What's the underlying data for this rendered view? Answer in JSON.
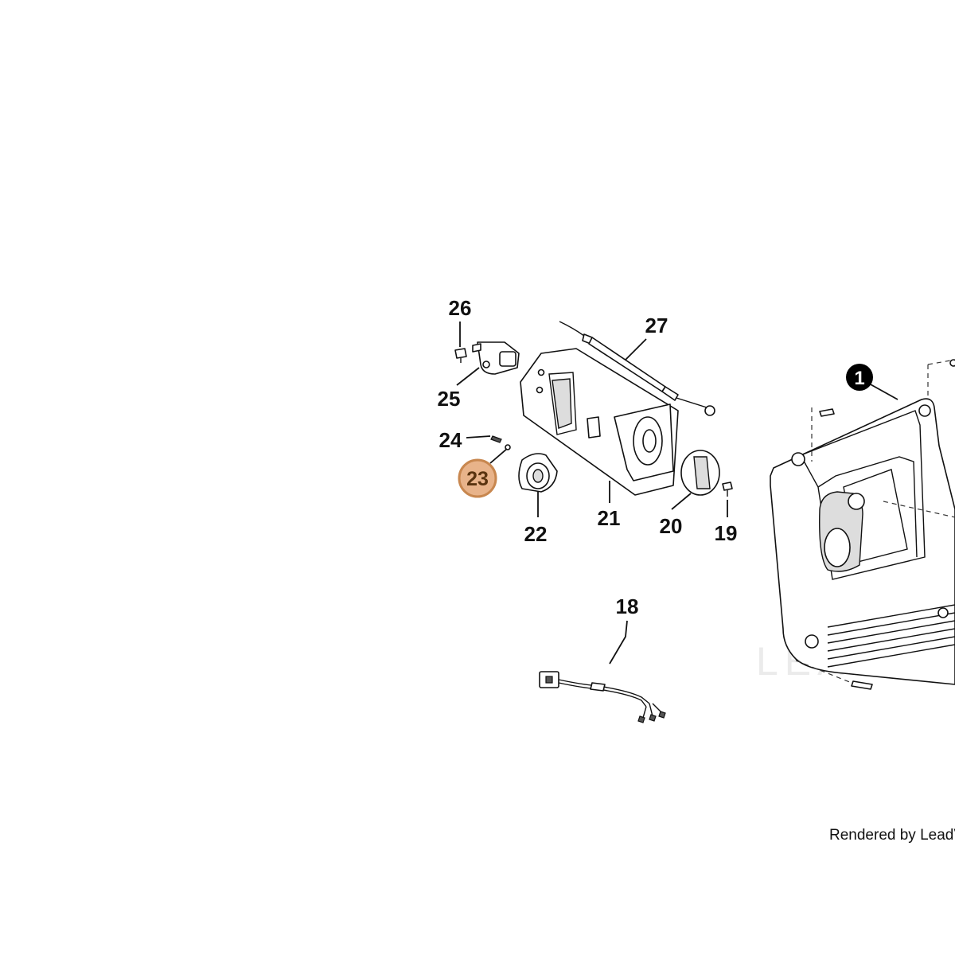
{
  "callouts": {
    "c26": "26",
    "c27": "27",
    "c25": "25",
    "c24": "24",
    "c23": "23",
    "c22": "22",
    "c21": "21",
    "c20": "20",
    "c19": "19",
    "c18": "18",
    "c1": "1"
  },
  "highlighted_callout": "23",
  "watermark": "LEADVEN",
  "credit": "Rendered by LeadVe",
  "colors": {
    "highlight_fill": "#e8b38a",
    "highlight_stroke": "#c8874f",
    "badge_fill": "#000000",
    "line": "#111111"
  }
}
